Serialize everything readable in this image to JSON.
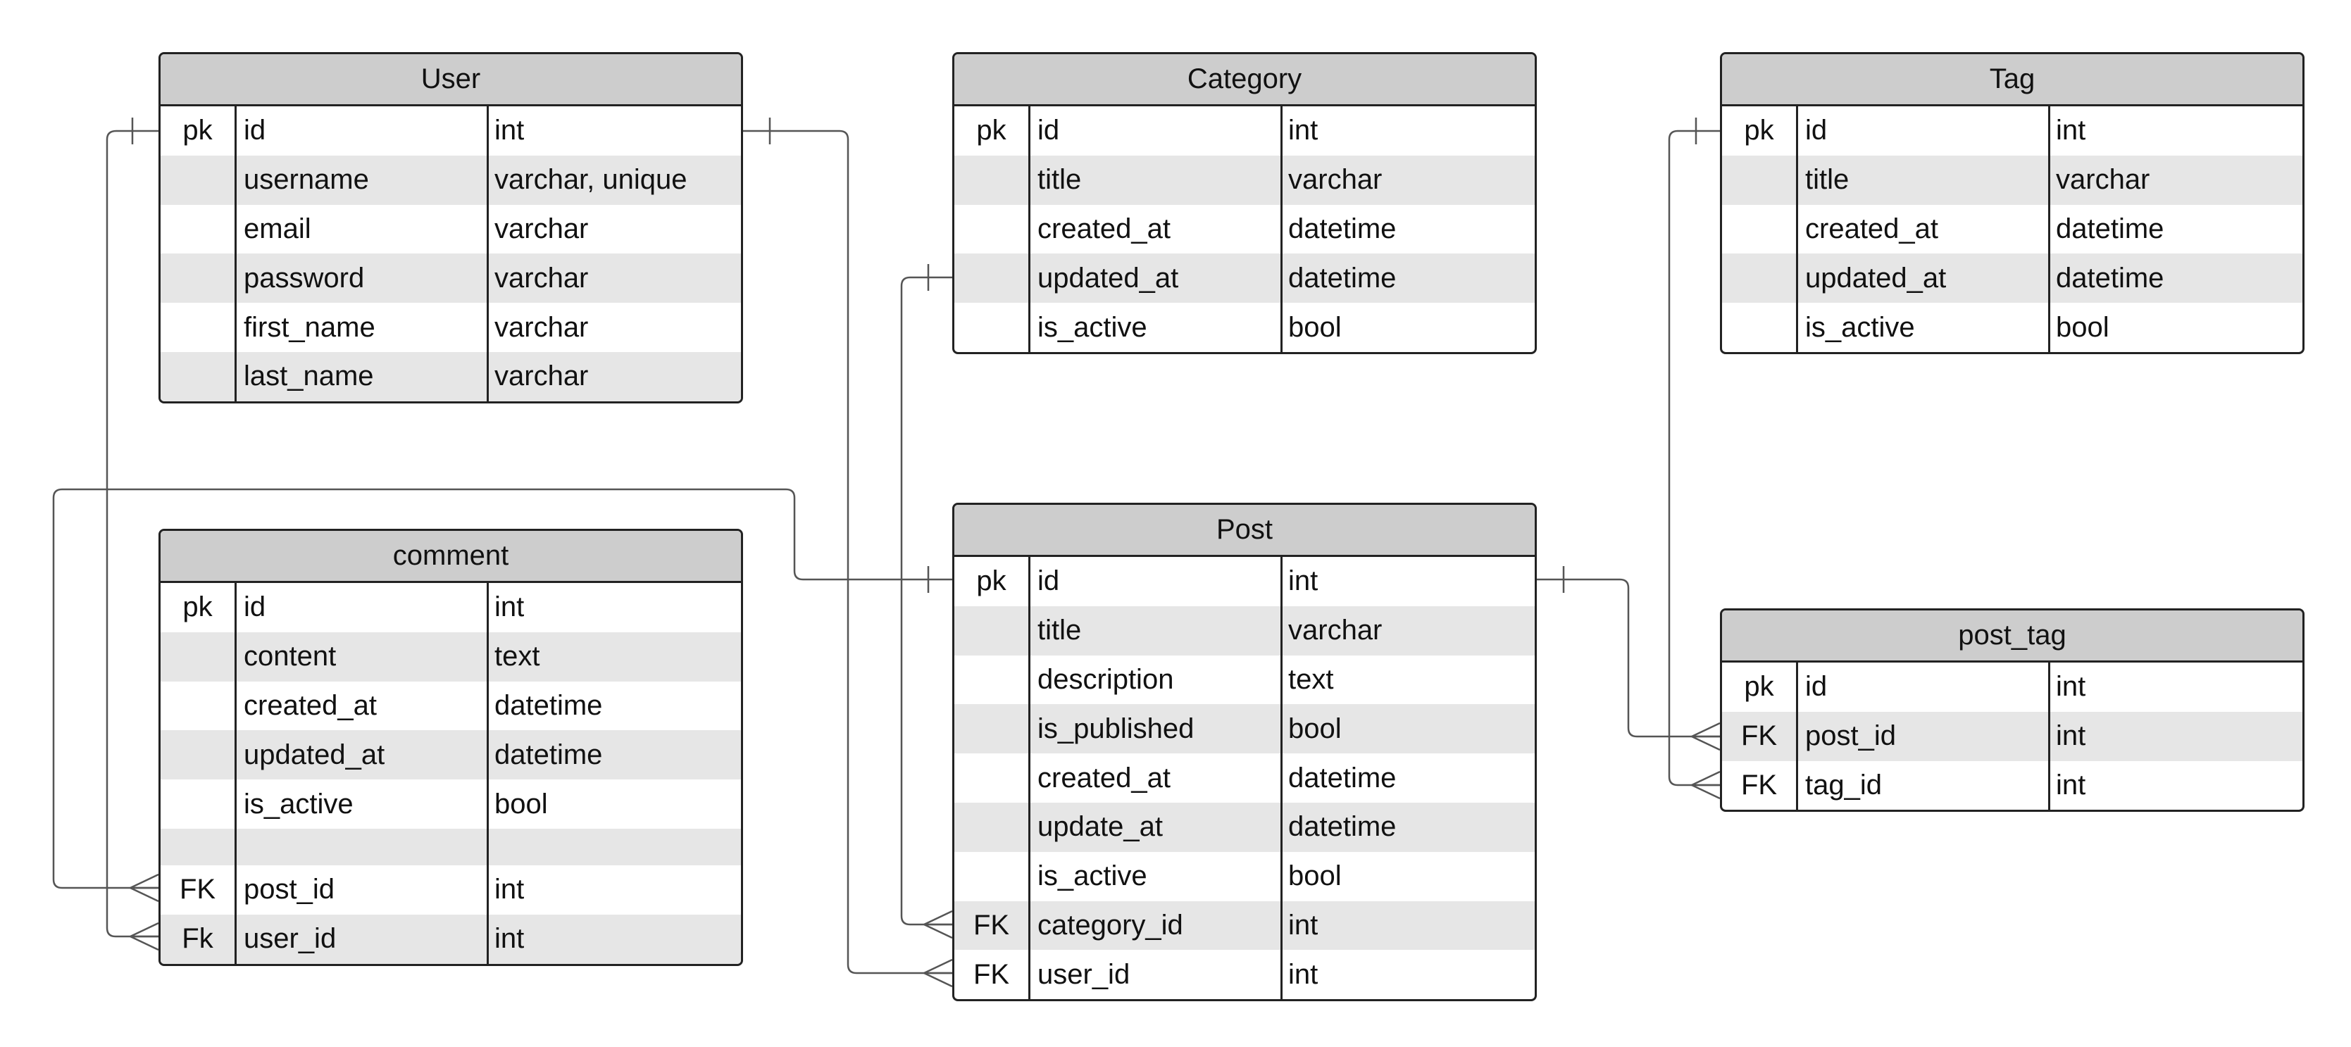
{
  "tables": {
    "user": {
      "title": "User",
      "rows": [
        {
          "key": "pk",
          "name": "id",
          "type": "int"
        },
        {
          "key": "",
          "name": "username",
          "type": "varchar, unique"
        },
        {
          "key": "",
          "name": "email",
          "type": "varchar"
        },
        {
          "key": "",
          "name": "password",
          "type": "varchar"
        },
        {
          "key": "",
          "name": "first_name",
          "type": "varchar"
        },
        {
          "key": "",
          "name": "last_name",
          "type": "varchar"
        }
      ]
    },
    "category": {
      "title": "Category",
      "rows": [
        {
          "key": "pk",
          "name": "id",
          "type": "int"
        },
        {
          "key": "",
          "name": "title",
          "type": "varchar"
        },
        {
          "key": "",
          "name": "created_at",
          "type": "datetime"
        },
        {
          "key": "",
          "name": "updated_at",
          "type": "datetime"
        },
        {
          "key": "",
          "name": "is_active",
          "type": "bool"
        }
      ]
    },
    "tag": {
      "title": "Tag",
      "rows": [
        {
          "key": "pk",
          "name": "id",
          "type": "int"
        },
        {
          "key": "",
          "name": "title",
          "type": "varchar"
        },
        {
          "key": "",
          "name": "created_at",
          "type": "datetime"
        },
        {
          "key": "",
          "name": "updated_at",
          "type": "datetime"
        },
        {
          "key": "",
          "name": "is_active",
          "type": "bool"
        }
      ]
    },
    "comment": {
      "title": "comment",
      "rows": [
        {
          "key": "pk",
          "name": "id",
          "type": "int"
        },
        {
          "key": "",
          "name": "content",
          "type": "text"
        },
        {
          "key": "",
          "name": "created_at",
          "type": "datetime"
        },
        {
          "key": "",
          "name": "updated_at",
          "type": "datetime"
        },
        {
          "key": "",
          "name": "is_active",
          "type": "bool"
        },
        {
          "key": "",
          "name": "",
          "type": ""
        },
        {
          "key": "FK",
          "name": "post_id",
          "type": "int"
        },
        {
          "key": "Fk",
          "name": "user_id",
          "type": "int"
        }
      ]
    },
    "post": {
      "title": "Post",
      "rows": [
        {
          "key": "pk",
          "name": "id",
          "type": "int"
        },
        {
          "key": "",
          "name": "title",
          "type": "varchar"
        },
        {
          "key": "",
          "name": "description",
          "type": "text"
        },
        {
          "key": "",
          "name": "is_published",
          "type": "bool"
        },
        {
          "key": "",
          "name": "created_at",
          "type": "datetime"
        },
        {
          "key": "",
          "name": "update_at",
          "type": "datetime"
        },
        {
          "key": "",
          "name": "is_active",
          "type": "bool"
        },
        {
          "key": "FK",
          "name": "category_id",
          "type": "int"
        },
        {
          "key": "FK",
          "name": "user_id",
          "type": "int"
        }
      ]
    },
    "post_tag": {
      "title": "post_tag",
      "rows": [
        {
          "key": "pk",
          "name": "id",
          "type": "int"
        },
        {
          "key": "FK",
          "name": "post_id",
          "type": "int"
        },
        {
          "key": "FK",
          "name": "tag_id",
          "type": "int"
        }
      ]
    }
  },
  "relationships": [
    {
      "from": "user.id",
      "to": "comment.user_id",
      "cardinality": "one-to-many"
    },
    {
      "from": "user.id",
      "to": "post.user_id",
      "cardinality": "one-to-many"
    },
    {
      "from": "category.updated_at",
      "to": "post.category_id",
      "cardinality": "one-to-many"
    },
    {
      "from": "post.id",
      "to": "comment.post_id",
      "cardinality": "one-to-many"
    },
    {
      "from": "post.id",
      "to": "post_tag.post_id",
      "cardinality": "one-to-many"
    },
    {
      "from": "tag.id",
      "to": "post_tag.tag_id",
      "cardinality": "one-to-many"
    }
  ],
  "colors": {
    "line": "#555555",
    "border": "#222222",
    "header": "#cdcdcd",
    "stripe": "#e6e6e6"
  }
}
